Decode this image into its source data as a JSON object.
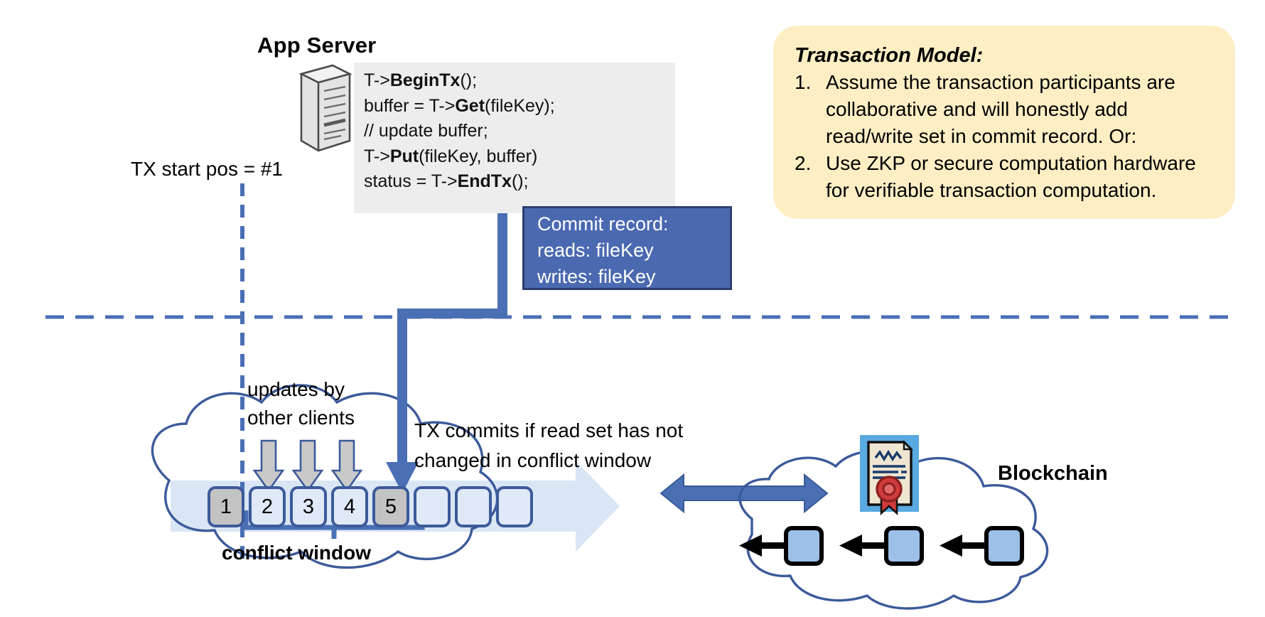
{
  "app_server": {
    "title": "App Server",
    "icon": "server-tower-icon",
    "code_lines": [
      {
        "parts": [
          {
            "t": "T->",
            "bold": false
          },
          {
            "t": "BeginTx",
            "bold": true
          },
          {
            "t": "();",
            "bold": false
          }
        ]
      },
      {
        "parts": [
          {
            "t": "buffer = T->",
            "bold": false
          },
          {
            "t": "Get",
            "bold": true
          },
          {
            "t": "(fileKey);",
            "bold": false
          }
        ]
      },
      {
        "parts": [
          {
            "t": "// update buffer;",
            "bold": false
          }
        ]
      },
      {
        "parts": [
          {
            "t": "T->",
            "bold": false
          },
          {
            "t": "Put",
            "bold": true
          },
          {
            "t": "(fileKey, buffer)",
            "bold": false
          }
        ]
      },
      {
        "parts": [
          {
            "t": "status = T->",
            "bold": false
          },
          {
            "t": "EndTx",
            "bold": true
          },
          {
            "t": "();",
            "bold": false
          }
        ]
      }
    ]
  },
  "tx_start": {
    "label": "TX start pos = #1"
  },
  "commit_record": {
    "lines": [
      "Commit record:",
      "reads: fileKey",
      "writes: fileKey"
    ],
    "bg_color": "#4a69b0",
    "border_color": "#2b3f6e",
    "text_color": "#ffffff"
  },
  "transaction_model": {
    "title": "Transaction Model:",
    "bg_color": "#fdeec4",
    "items": [
      {
        "num": "1.",
        "text": "Assume the transaction participants are collaborative and will honestly add read/write set in commit record.  Or:"
      },
      {
        "num": "2.",
        "text": "Use ZKP or secure computation hardware for verifiable transaction computation."
      }
    ]
  },
  "ledger": {
    "updates_label": "updates by\nother clients",
    "tx_commits_label": "TX commits if read set has not\nchanged in conflict window",
    "conflict_window_label": "conflict window",
    "blocks": [
      {
        "label": "1",
        "filled": true
      },
      {
        "label": "2",
        "filled": false
      },
      {
        "label": "3",
        "filled": false
      },
      {
        "label": "4",
        "filled": false
      },
      {
        "label": "5",
        "filled": true
      },
      {
        "label": "",
        "filled": false
      },
      {
        "label": "",
        "filled": false
      },
      {
        "label": "",
        "filled": false
      }
    ],
    "update_arrow_count": 3,
    "block_fill": "#dfe9f7",
    "block_filled_fill": "#c3c3c3",
    "block_border": "#3c5a9a"
  },
  "blockchain": {
    "label": "Blockchain",
    "icon": "certificate-seal-icon",
    "chain_block_count": 3,
    "chain_block_fill": "#9dc0e8"
  },
  "colors": {
    "accent_blue": "#4a6fb5",
    "dashed_blue": "#4a6fb5",
    "cloud_outline": "#3c5a9a",
    "band_blue": "#dae6f5",
    "code_bg": "#ededed",
    "seal_red": "#cf3b3b"
  }
}
